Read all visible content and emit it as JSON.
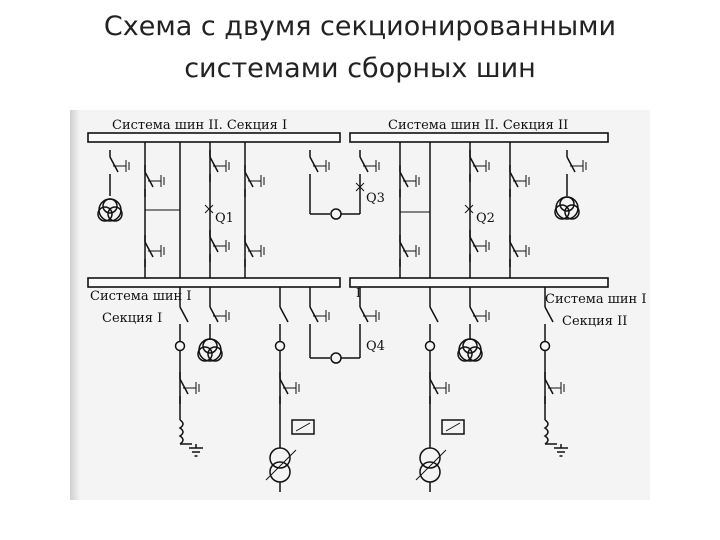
{
  "slide": {
    "title_line1": "Схема с двумя секционированными",
    "title_line2": "системами сборных шин"
  },
  "diagram": {
    "bus_top_left": "Система шин II. Секция I",
    "bus_top_right": "Система шин II. Секция II",
    "bus_bottom_left_line1": "Система шин I",
    "bus_bottom_left_line2": "Секция I",
    "bus_bottom_right_line1": "Система шин I",
    "bus_bottom_right_line2": "Секция II",
    "breaker_q1": "Q1",
    "breaker_q2": "Q2",
    "breaker_q3": "Q3",
    "breaker_q4": "Q4",
    "mark_i": "I"
  }
}
